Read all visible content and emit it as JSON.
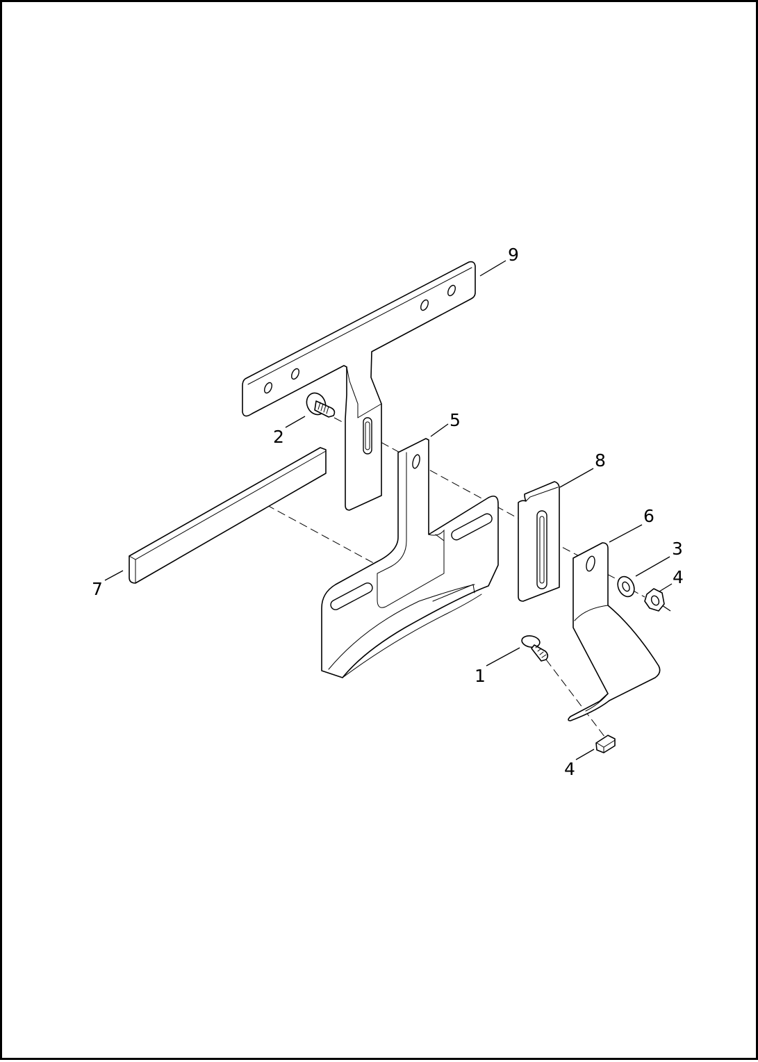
{
  "diagram": {
    "type": "exploded-parts-view",
    "line_color": "#000000",
    "background_color": "#ffffff",
    "callouts": [
      {
        "id": "c9",
        "label": "9"
      },
      {
        "id": "c2",
        "label": "2"
      },
      {
        "id": "c5",
        "label": "5"
      },
      {
        "id": "c8",
        "label": "8"
      },
      {
        "id": "c6",
        "label": "6"
      },
      {
        "id": "c3",
        "label": "3"
      },
      {
        "id": "c4a",
        "label": "4"
      },
      {
        "id": "c7",
        "label": "7"
      },
      {
        "id": "c1",
        "label": "1"
      },
      {
        "id": "c4b",
        "label": "4"
      }
    ]
  }
}
